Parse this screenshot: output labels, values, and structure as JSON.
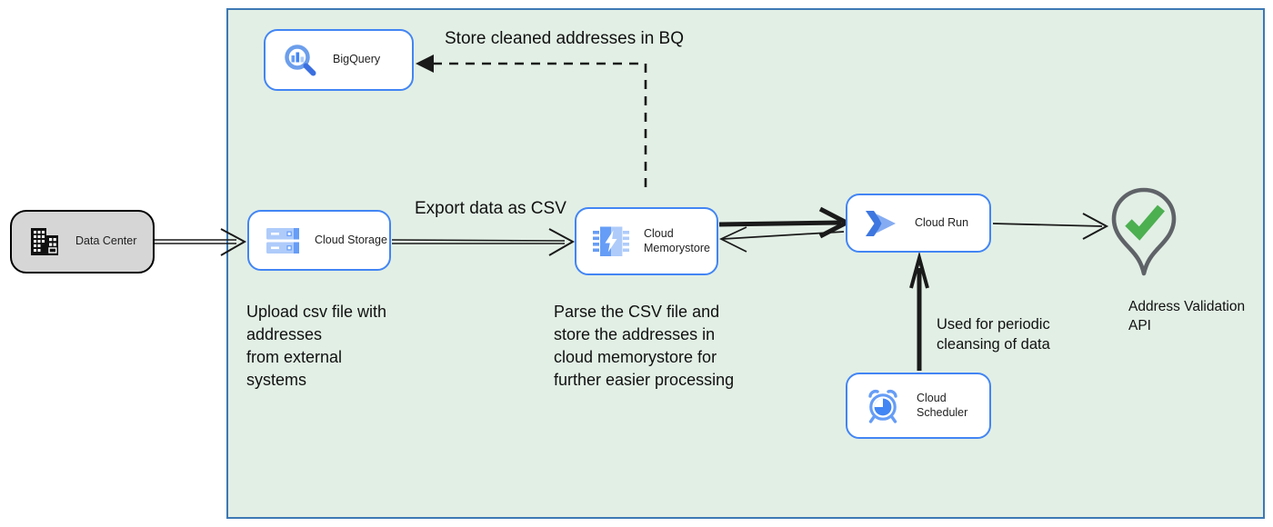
{
  "diagram": {
    "type": "cloud-architecture",
    "colors": {
      "zone_fill": "#e2efe5",
      "zone_border": "#3d78b4",
      "node_border_blue": "#4285f4",
      "datacenter_fill": "#d6d6d6",
      "icon_blue_dark": "#4285f4",
      "icon_blue_mid": "#669df6",
      "icon_blue_light": "#aecbfa",
      "pin_gray": "#5f6368",
      "check_green": "#4caf50",
      "arrow_black": "#1a1a1a"
    },
    "nodes": [
      {
        "id": "data-center",
        "label": "Data Center",
        "icon": "building-icon"
      },
      {
        "id": "bigquery",
        "label": "BigQuery",
        "icon": "bigquery-icon"
      },
      {
        "id": "cloud-storage",
        "label": "Cloud Storage",
        "icon": "cloud-storage-icon"
      },
      {
        "id": "cloud-memorystore",
        "label": "Cloud\nMemorystore",
        "icon": "memorystore-icon"
      },
      {
        "id": "cloud-run",
        "label": "Cloud Run",
        "icon": "cloud-run-icon"
      },
      {
        "id": "cloud-scheduler",
        "label": "Cloud Scheduler",
        "icon": "scheduler-icon"
      },
      {
        "id": "address-validation-api",
        "label": "Address Validation\nAPI",
        "icon": "map-pin-check-icon"
      }
    ],
    "edges": [
      {
        "from": "data-center",
        "to": "cloud-storage",
        "style": "double-line-open-arrow"
      },
      {
        "from": "cloud-storage",
        "to": "cloud-memorystore",
        "style": "double-line-open-arrow"
      },
      {
        "from": "cloud-memorystore",
        "to": "cloud-run",
        "style": "thick-open-arrow"
      },
      {
        "from": "cloud-run",
        "to": "cloud-memorystore",
        "style": "thin-open-arrow"
      },
      {
        "from": "cloud-run",
        "to": "address-validation-api",
        "style": "thin-open-arrow"
      },
      {
        "from": "cloud-scheduler",
        "to": "cloud-run",
        "style": "thick-arrow-up"
      },
      {
        "from": "cloud-memorystore",
        "to": "bigquery",
        "style": "dashed-solid-arrow"
      }
    ],
    "annotations": {
      "store_bq": "Store cleaned addresses in BQ",
      "export_csv": "Export data as CSV",
      "upload_note": "Upload csv file with\naddresses\nfrom external\nsystems",
      "parse_note": "Parse the CSV file and\nstore the addresses in\ncloud  memorystore for\nfurther easier processing",
      "periodic_note": "Used for periodic\ncleansing of data"
    }
  }
}
